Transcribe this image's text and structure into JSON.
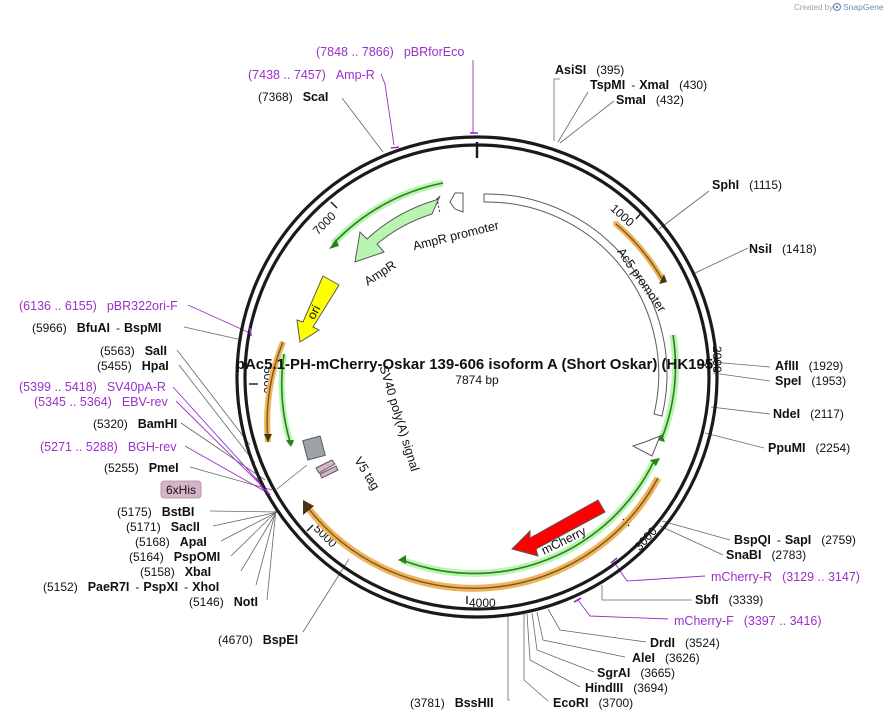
{
  "header": {
    "created_by": "Created by",
    "brand": "SnapGene"
  },
  "plasmid": {
    "name": "pAc5.1-PH-mCherry-Oskar 139-606 isoform A (Short Oskar) (HK195)",
    "size_label": "7874 bp",
    "length": 7874
  },
  "ruler_ticks": [
    {
      "value": 1000,
      "label": "1000"
    },
    {
      "value": 2000,
      "label": "2000"
    },
    {
      "value": 3000,
      "label": "3000"
    },
    {
      "value": 4000,
      "label": "4000"
    },
    {
      "value": 5000,
      "label": "5000"
    },
    {
      "value": 6000,
      "label": "6000"
    },
    {
      "value": 7000,
      "label": "7000"
    }
  ],
  "features": {
    "ampr_promoter": "AmpR promoter",
    "ampr": "AmpR",
    "ori": "ori",
    "ac5_promoter": "Ac5 promoter",
    "mcherry": "mCherry",
    "sv40": "SV40 poly(A) signal",
    "v5": "V5 tag",
    "his": "6xHis"
  },
  "colors": {
    "backbone": "#1a1a1a",
    "ampr_fill": "#b8f5b0",
    "ori_fill": "#ffff00",
    "mcherry_fill": "#ff0000",
    "orf_orange": "#f0b25a",
    "orf_green": "#2e7d1e",
    "primer": "#9b30c8",
    "his_badge": "#d8b3c8"
  },
  "enzyme_labels": [
    {
      "id": "asisi",
      "name": "AsiSI",
      "pos": "(395)"
    },
    {
      "id": "tspmi",
      "name": "TspMI",
      "sep": "-",
      "name2": "XmaI",
      "pos": "(430)"
    },
    {
      "id": "smai",
      "name": "SmaI",
      "pos": "(432)"
    },
    {
      "id": "sphi",
      "name": "SphI",
      "pos": "(1115)"
    },
    {
      "id": "nsii",
      "name": "NsiI",
      "pos": "(1418)"
    },
    {
      "id": "aflii",
      "name": "AflII",
      "pos": "(1929)"
    },
    {
      "id": "spei",
      "name": "SpeI",
      "pos": "(1953)"
    },
    {
      "id": "ndei",
      "name": "NdeI",
      "pos": "(2117)"
    },
    {
      "id": "ppumi",
      "name": "PpuMI",
      "pos": "(2254)"
    },
    {
      "id": "bspqi",
      "name": "BspQI",
      "sep": "-",
      "name2": "SapI",
      "pos": "(2759)"
    },
    {
      "id": "snabi",
      "name": "SnaBI",
      "pos": "(2783)"
    },
    {
      "id": "sbfi",
      "name": "SbfI",
      "pos": "(3339)"
    },
    {
      "id": "drdi",
      "name": "DrdI",
      "pos": "(3524)"
    },
    {
      "id": "alei",
      "name": "AleI",
      "pos": "(3626)"
    },
    {
      "id": "sgrai",
      "name": "SgrAI",
      "pos": "(3665)"
    },
    {
      "id": "hindiii",
      "name": "HindIII",
      "pos": "(3694)"
    },
    {
      "id": "ecori",
      "name": "EcoRI",
      "pos": "(3700)"
    },
    {
      "id": "bsshii",
      "name": "BssHII",
      "pos": "(3781)"
    },
    {
      "id": "bspei",
      "name": "BspEI",
      "pos": "(4670)"
    },
    {
      "id": "noti",
      "name": "NotI",
      "pos": "(5146)"
    },
    {
      "id": "paer7i",
      "name": "PaeR7I",
      "sep": "-",
      "name2": "PspXI",
      "sep2": "-",
      "name3": "XhoI",
      "pos": "(5152)"
    },
    {
      "id": "xbai",
      "name": "XbaI",
      "pos": "(5158)"
    },
    {
      "id": "pspomi",
      "name": "PspOMI",
      "pos": "(5164)"
    },
    {
      "id": "apai",
      "name": "ApaI",
      "pos": "(5168)"
    },
    {
      "id": "sacii",
      "name": "SacII",
      "pos": "(5171)"
    },
    {
      "id": "bstbi",
      "name": "BstBI",
      "pos": "(5175)"
    },
    {
      "id": "pmei",
      "name": "PmeI",
      "pos": "(5255)"
    },
    {
      "id": "bamhi",
      "name": "BamHI",
      "pos": "(5320)"
    },
    {
      "id": "hpai",
      "name": "HpaI",
      "pos": "(5455)"
    },
    {
      "id": "sali",
      "name": "SalI",
      "pos": "(5563)"
    },
    {
      "id": "bfuai",
      "name": "BfuAI",
      "sep": "-",
      "name2": "BspMI",
      "pos": "(5966)"
    },
    {
      "id": "scai",
      "name": "ScaI",
      "pos": "(7368)"
    }
  ],
  "primer_labels": [
    {
      "id": "pbrforeco",
      "name": "pBRforEco",
      "range": "(7848 .. 7866)"
    },
    {
      "id": "ampr_primer",
      "name": "Amp-R",
      "range": "(7438 .. 7457)"
    },
    {
      "id": "pbr322ori",
      "name": "pBR322ori-F",
      "range": "(6136 .. 6155)"
    },
    {
      "id": "sv40pa_r",
      "name": "SV40pA-R",
      "range": "(5399 .. 5418)"
    },
    {
      "id": "ebv_rev",
      "name": "EBV-rev",
      "range": "(5345 .. 5364)"
    },
    {
      "id": "bgh_rev",
      "name": "BGH-rev",
      "range": "(5271 .. 5288)"
    },
    {
      "id": "mcherry_r",
      "name": "mCherry-R",
      "range": "(3129 .. 3147)"
    },
    {
      "id": "mcherry_f",
      "name": "mCherry-F",
      "range": "(3397 .. 3416)"
    }
  ]
}
